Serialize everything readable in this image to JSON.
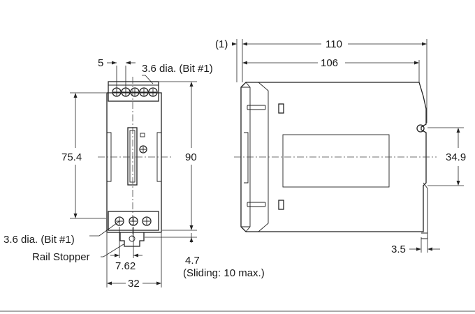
{
  "front_view": {
    "dim_terminal_pitch": "5",
    "dim_hole_top": "3.6 dia. (Bit #1)",
    "dim_height_inner": "75.4",
    "dim_height_total": "90",
    "dim_hole_bottom": "3.6 dia. (Bit #1)",
    "rail_stopper_label": "Rail Stopper",
    "dim_stopper_pitch": "7.62",
    "dim_width": "32",
    "dim_sliding": "4.7",
    "sliding_note": "(Sliding: 10 max.)"
  },
  "side_view": {
    "dim_offset": "(1)",
    "dim_depth_total": "110",
    "dim_depth_body": "106",
    "dim_rail_height": "34.9",
    "dim_foot": "3.5"
  }
}
